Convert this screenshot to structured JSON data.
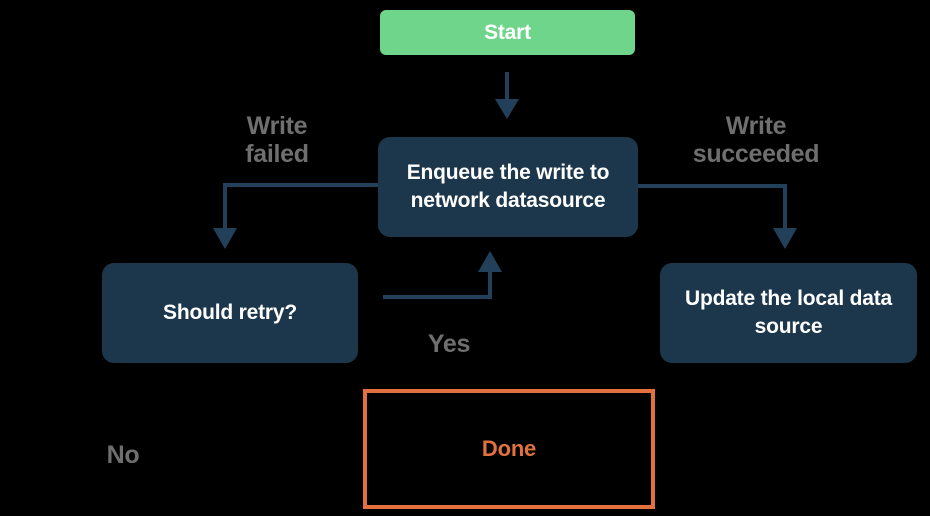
{
  "colors": {
    "background": "#000000",
    "start_fill": "#6ed58a",
    "node_fill": "#1c374b",
    "arrow_color": "#23405a",
    "label_gray": "#6f6f6f",
    "accent_orange": "#e2713e",
    "node_text": "#ffffff"
  },
  "flowchart": {
    "nodes": {
      "start": {
        "label": "Start"
      },
      "enqueue": {
        "label": "Enqueue the write to network datasource"
      },
      "should_retry": {
        "label": "Should retry?"
      },
      "update_local": {
        "label": "Update the local data source"
      },
      "done": {
        "label": "Done"
      }
    },
    "edge_labels": {
      "write_failed": "Write failed",
      "write_succeeded": "Write succeeded",
      "yes": "Yes",
      "no": "No"
    }
  }
}
